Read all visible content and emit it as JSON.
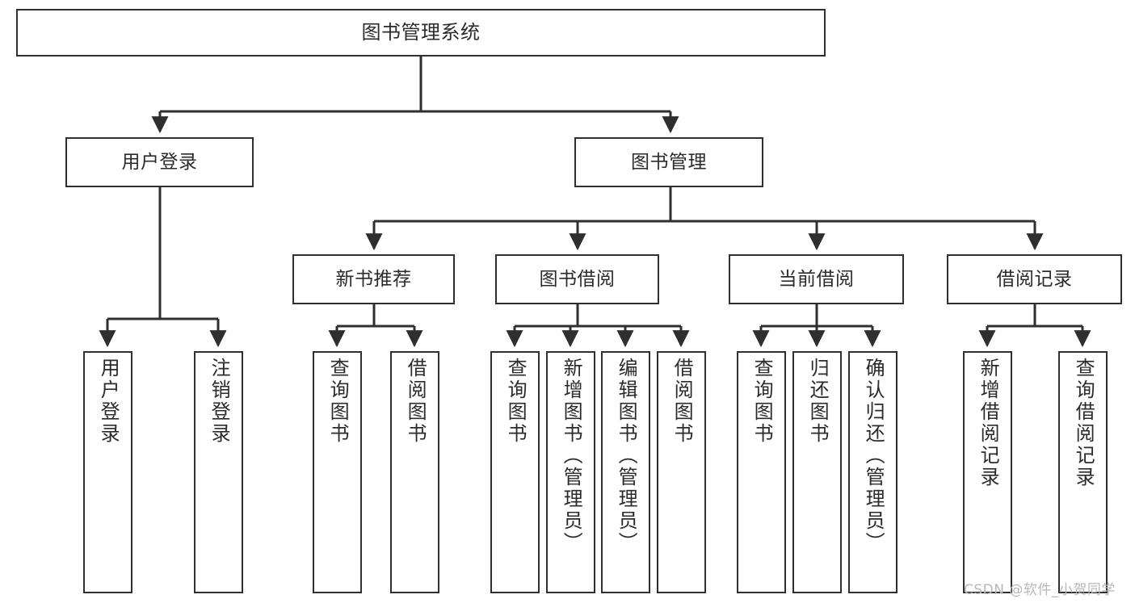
{
  "diagram": {
    "title": "图书管理系统",
    "type": "tree",
    "colors": {
      "box_border": "#2f2f2f",
      "box_fill": "#ffffff",
      "text": "#2b2b2b",
      "edge": "#2f2f2f",
      "background": "#ffffff",
      "watermark": "#b8b8b8"
    },
    "nodes": {
      "root": {
        "label": "图书管理系统",
        "orientation": "horizontal"
      },
      "level2": [
        {
          "id": "user-login",
          "label": "用户登录",
          "orientation": "horizontal"
        },
        {
          "id": "book-management",
          "label": "图书管理",
          "orientation": "horizontal"
        }
      ],
      "level3": [
        {
          "id": "new-book-recommend",
          "label": "新书推荐",
          "orientation": "horizontal"
        },
        {
          "id": "book-borrow",
          "label": "图书借阅",
          "orientation": "horizontal"
        },
        {
          "id": "current-borrow",
          "label": "当前借阅",
          "orientation": "horizontal"
        },
        {
          "id": "borrow-record",
          "label": "借阅记录",
          "orientation": "horizontal"
        }
      ],
      "leaves": [
        {
          "id": "leaf-user-login",
          "label": "用户登录",
          "parent": "user-login",
          "orientation": "vertical"
        },
        {
          "id": "leaf-user-logout",
          "label": "注销登录",
          "parent": "user-login",
          "orientation": "vertical"
        },
        {
          "id": "leaf-query-book-1",
          "label": "查询图书",
          "parent": "new-book-recommend",
          "orientation": "vertical"
        },
        {
          "id": "leaf-borrow-book-1",
          "label": "借阅图书",
          "parent": "new-book-recommend",
          "orientation": "vertical"
        },
        {
          "id": "leaf-query-book-2",
          "label": "查询图书",
          "parent": "book-borrow",
          "orientation": "vertical"
        },
        {
          "id": "leaf-add-book",
          "label": "新增图书（管理员）",
          "parent": "book-borrow",
          "orientation": "vertical"
        },
        {
          "id": "leaf-edit-book",
          "label": "编辑图书（管理员）",
          "parent": "book-borrow",
          "orientation": "vertical"
        },
        {
          "id": "leaf-borrow-book-2",
          "label": "借阅图书",
          "parent": "book-borrow",
          "orientation": "vertical"
        },
        {
          "id": "leaf-query-book-3",
          "label": "查询图书",
          "parent": "current-borrow",
          "orientation": "vertical"
        },
        {
          "id": "leaf-return-book",
          "label": "归还图书",
          "parent": "current-borrow",
          "orientation": "vertical"
        },
        {
          "id": "leaf-confirm-return",
          "label": "确认归还（管理员）",
          "parent": "current-borrow",
          "orientation": "vertical"
        },
        {
          "id": "leaf-add-record",
          "label": "新增借阅记录",
          "parent": "borrow-record",
          "orientation": "vertical"
        },
        {
          "id": "leaf-query-record",
          "label": "查询借阅记录",
          "parent": "borrow-record",
          "orientation": "vertical"
        }
      ]
    },
    "watermark": "CSDN @软件_小贺同学"
  }
}
